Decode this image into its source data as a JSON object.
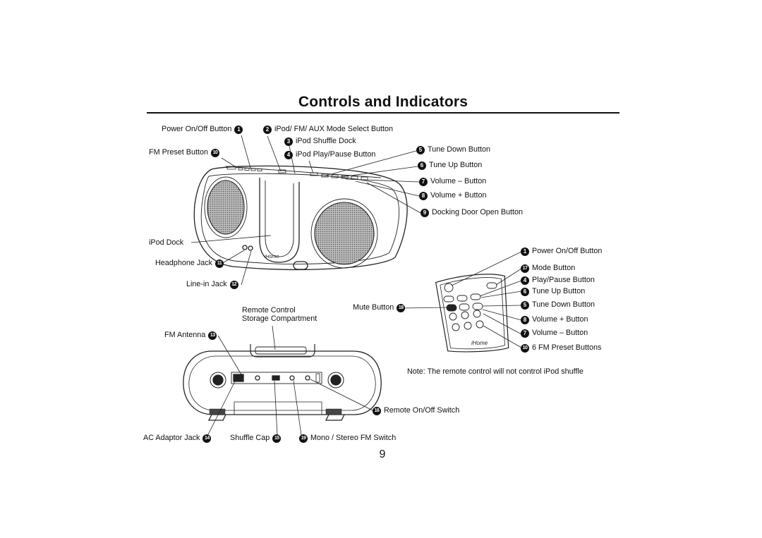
{
  "title": "Controls and Indicators",
  "page_number": "9",
  "top_callouts": {
    "power": {
      "text": "Power On/Off Button",
      "num": "1"
    },
    "fm_preset": {
      "text": "FM Preset Button",
      "num": "10"
    },
    "mode_select": {
      "text": "iPod/ FM/ AUX Mode Select Button",
      "num": "2"
    },
    "shuffle_dock": {
      "text": "iPod Shuffle Dock",
      "num": "3"
    },
    "play_pause": {
      "text": "iPod Play/Pause Button",
      "num": "4"
    },
    "tune_down": {
      "text": "Tune Down Button",
      "num": "5"
    },
    "tune_up": {
      "text": "Tune Up Button",
      "num": "6"
    },
    "vol_minus": {
      "text": "Volume – Button",
      "num": "7"
    },
    "vol_plus": {
      "text": "Volume + Button",
      "num": "8"
    },
    "dock_door": {
      "text": "Docking Door Open Button",
      "num": "9"
    },
    "ipod_dock": {
      "text": "iPod Dock"
    },
    "headphone": {
      "text": "Headphone Jack",
      "num": "11"
    },
    "line_in": {
      "text": "Line-in Jack",
      "num": "12"
    }
  },
  "remote_callouts": {
    "power": {
      "text": "Power On/Off Button",
      "num": "1"
    },
    "mode": {
      "text": "Mode Button",
      "num": "17"
    },
    "play_pause": {
      "text": "Play/Pause Button",
      "num": "4"
    },
    "tune_up": {
      "text": "Tune Up Button",
      "num": "6"
    },
    "tune_down": {
      "text": "Tune Down Button",
      "num": "5"
    },
    "vol_plus": {
      "text": "Volume + Button",
      "num": "8"
    },
    "vol_minus": {
      "text": "Volume – Button",
      "num": "7"
    },
    "presets": {
      "text": "6 FM Preset Buttons",
      "num": "10"
    },
    "mute": {
      "text": "Mute Button",
      "num": "18"
    },
    "note": "Note: The remote control will not control iPod shuffle",
    "brand": "iHome"
  },
  "bottom_callouts": {
    "storage_line1": "Remote Control",
    "storage_line2": "Storage Compartment",
    "fm_antenna": {
      "text": "FM Antenna",
      "num": "13"
    },
    "ac_adaptor": {
      "text": "AC Adaptor Jack",
      "num": "14"
    },
    "shuffle_cap": {
      "text": "Shuffle Cap",
      "num": "15"
    },
    "remote_switch": {
      "text": "Remote On/Off Switch",
      "num": "16"
    },
    "mono_stereo": {
      "text": "Mono / Stereo FM Switch",
      "num": "19"
    }
  },
  "device_brand": "iHome"
}
